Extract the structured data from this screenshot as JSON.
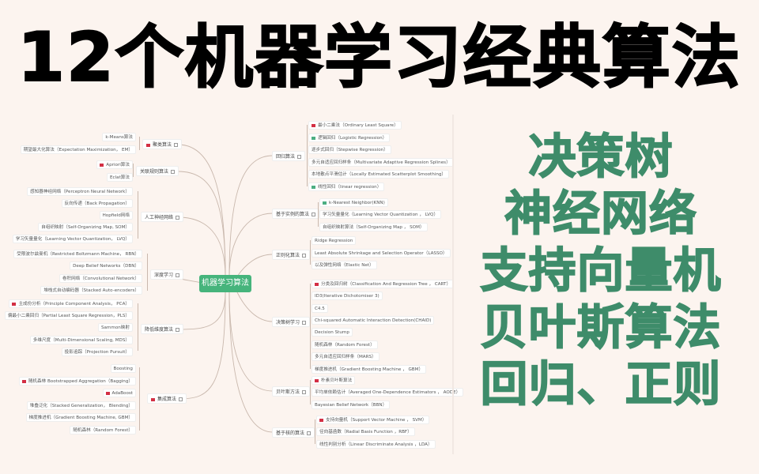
{
  "headline": "12个机器学习经典算法",
  "colors": {
    "background": "#fcf4ef",
    "headline": "#000000",
    "side_text": "#3e8c6a",
    "root_node": "#46b47c",
    "flag_red": "#d32f44",
    "flag_green": "#4cae82",
    "link": "#c9b8ad"
  },
  "side_lines": [
    "决策树",
    "神经网络",
    "支持向量机",
    "贝叶斯算法",
    "回归、正则"
  ],
  "mindmap": {
    "root": "机器学习算法",
    "left": [
      {
        "label": "聚类算法",
        "flag": "red",
        "children": [
          {
            "label": "k-Means算法"
          },
          {
            "label": "期望最大化算法（Expectation Maximization， EM）"
          }
        ]
      },
      {
        "label": "关联规则算法",
        "children": [
          {
            "label": "Apriori算法",
            "flag": "red"
          },
          {
            "label": "Eclat算法"
          }
        ]
      },
      {
        "label": "人工神经网络",
        "children": [
          {
            "label": "感知器神经网络（Perceptron Neural Network）"
          },
          {
            "label": "反向传递（Back Propagation）"
          },
          {
            "label": "Hopfield网络"
          },
          {
            "label": "自组织映射（Self-Organizing Map, SOM）"
          },
          {
            "label": "学习矢量量化（Learning Vector Quantization， LVQ）"
          }
        ]
      },
      {
        "label": "深度学习",
        "children": [
          {
            "label": "受限波尔兹曼机（Restricted Boltzmann Machine， RBN）"
          },
          {
            "label": "Deep Belief Networks（DBN）"
          },
          {
            "label": "卷积网络（Convolutional Network）"
          },
          {
            "label": "堆栈式自动编码器（Stacked Auto-encoders）"
          }
        ]
      },
      {
        "label": "降低维度算法",
        "children": [
          {
            "label": "主成份分析（Principle Component Analysis， PCA）",
            "flag": "red"
          },
          {
            "label": "偏最小二乘回归（Partial Least Square Regression，PLS）"
          },
          {
            "label": "Sammon映射"
          },
          {
            "label": "多维尺度（Multi-Dimensional Scaling, MDS）"
          },
          {
            "label": "投影追踪（Projection Pursuit）"
          }
        ]
      },
      {
        "label": "集成算法",
        "flag": "red",
        "children": [
          {
            "label": "Boosting"
          },
          {
            "label": "随机森林 Bootstrapped Aggregation（Bagging）",
            "flag": "red"
          },
          {
            "label": "AdaBoost",
            "flag": "red"
          },
          {
            "label": "堆叠泛化（Stacked Generalization， Blending）"
          },
          {
            "label": "梯度推进机（Gradient Boosting Machine, GBM）"
          },
          {
            "label": "随机森林（Random Forest）"
          }
        ]
      }
    ],
    "right": [
      {
        "label": "回归算法",
        "children": [
          {
            "label": "最小二乘法（Ordinary Least Square）",
            "flag": "red"
          },
          {
            "label": "逻辑回归（Logistic Regression）",
            "flag": "green"
          },
          {
            "label": "逐步式回归（Stepwise Regression）"
          },
          {
            "label": "多元自适应回归样条（Multivariate Adaptive Regression Splines）"
          },
          {
            "label": "本地散点平滑估计（Locally Estimated Scatterplot Smoothing）"
          },
          {
            "label": "线性回归（linear regression）",
            "flag": "green"
          }
        ]
      },
      {
        "label": "基于实例的算法",
        "children": [
          {
            "label": "k-Nearest Neighbor(KNN)",
            "flag": "green"
          },
          {
            "label": "学习矢量量化（Learning Vector Quantization ， LVQ）"
          },
          {
            "label": "自组织映射算法（Self-Organizing Map ， SOM）"
          }
        ]
      },
      {
        "label": "正则化算法",
        "children": [
          {
            "label": "Ridge Regression"
          },
          {
            "label": "Least Absolute Shrinkage and Selection Operator（LASSO）"
          },
          {
            "label": "以及弹性网络（Elastic Net）"
          }
        ]
      },
      {
        "label": "决策树学习",
        "children": [
          {
            "label": "分类及回归树（Classification And Regression Tree ， CART）",
            "flag": "red"
          },
          {
            "label": "ID3(Iterative Dichotomiser 3)"
          },
          {
            "label": "C4.5"
          },
          {
            "label": "Chi-squared Automatic Interaction Detection(CHAID)"
          },
          {
            "label": "Decision Stump"
          },
          {
            "label": "随机森林（Random Forest）"
          },
          {
            "label": "多元自适应回归样条（MARS）"
          },
          {
            "label": "梯度推进机（Gradient Boosting Machine ， GBM）"
          }
        ]
      },
      {
        "label": "贝叶斯方法",
        "children": [
          {
            "label": "朴素贝叶斯算法",
            "flag": "red"
          },
          {
            "label": "平均单依赖估计（Averaged One-Dependence Estimators ， AODE）"
          },
          {
            "label": "Bayesian Belief Network（BBN）"
          }
        ]
      },
      {
        "label": "基于核的算法",
        "children": [
          {
            "label": "支持向量机（Support Vector Machine ， SVM）",
            "flag": "red"
          },
          {
            "label": "径向基函数（Radial Basis Function ，RBF）"
          },
          {
            "label": "线性判别分析（Linear Discriminate Analysis ，LDA）"
          }
        ]
      }
    ]
  }
}
